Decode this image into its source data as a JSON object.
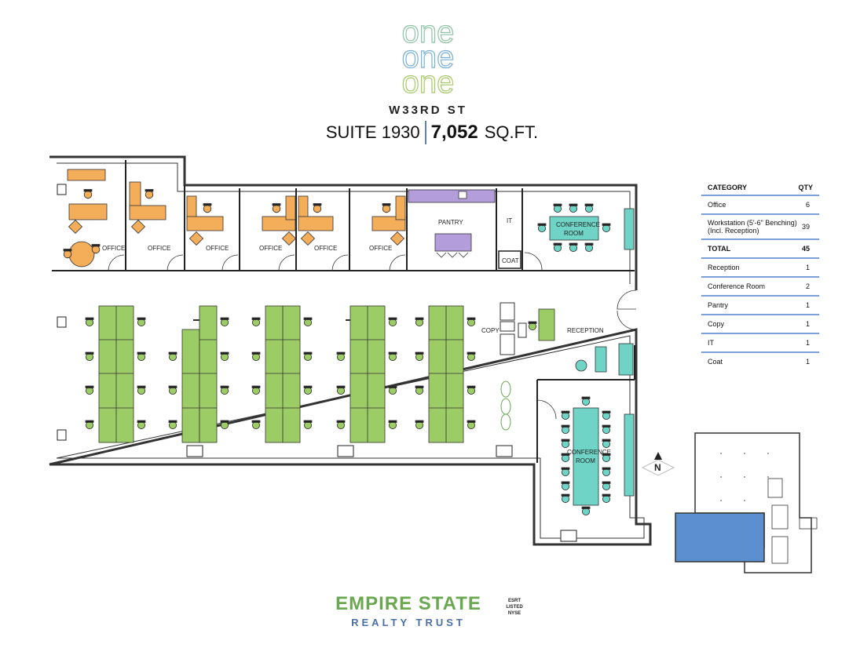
{
  "logo": {
    "words": [
      "one",
      "one",
      "one"
    ]
  },
  "address": "W33RD ST",
  "suite": {
    "label": "SUITE 1930",
    "sqft": "7,052",
    "unit": "SQ.FT."
  },
  "rooms": {
    "office": "OFFICE",
    "pantry": "PANTRY",
    "it": "IT",
    "coat": "COAT",
    "conference_1": "CONFERENCE",
    "conference_2": "ROOM",
    "copy": "COPY",
    "reception": "RECEPTION"
  },
  "north": "N",
  "legend": {
    "header_category": "CATEGORY",
    "header_qty": "QTY",
    "rows": [
      {
        "category": "Office",
        "qty": "6"
      },
      {
        "category": "Workstation (5'-6\" Benching) (Incl. Reception)",
        "qty": "39"
      },
      {
        "category": "TOTAL",
        "qty": "45",
        "total": true
      },
      {
        "category": "Reception",
        "qty": "1"
      },
      {
        "category": "Conference Room",
        "qty": "2"
      },
      {
        "category": "Pantry",
        "qty": "1"
      },
      {
        "category": "Copy",
        "qty": "1"
      },
      {
        "category": "IT",
        "qty": "1"
      },
      {
        "category": "Coat",
        "qty": "1"
      }
    ]
  },
  "brand": {
    "name": "EMPIRE STATE",
    "sub": "REALTY TRUST"
  },
  "exchange": {
    "l1": "ESRT",
    "l2": "LISTED",
    "l3": "NYSE"
  },
  "colors": {
    "office_furniture": "#f4ae5a",
    "workstation": "#9ccc65",
    "conference": "#6fd3c6",
    "pantry": "#b39ddb",
    "key_highlight": "#5b8fd0",
    "accent_line": "#7aa0d8"
  }
}
